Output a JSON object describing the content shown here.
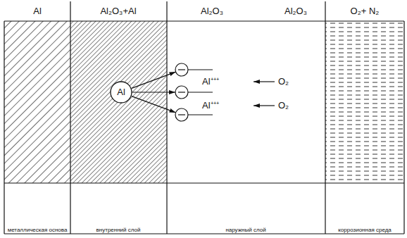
{
  "diagram": {
    "nodes": [
      {
        "text": [
          "Al",
          "металлическая основа"
        ]
      },
      {
        "text": [
          "Al₂O₃+Al",
          "внутренний слой"
        ]
      },
      {
        "text": [
          "Al₂O₃",
          "Al₂O₃",
          "наружный слой"
        ]
      },
      {
        "text": [
          "O₂+ N₂",
          "коррозионная среда"
        ]
      },
      {
        "text": [
          "Al"
        ],
        "in": 1
      }
    ],
    "labels": [
      "Al⁺⁺⁺",
      "Al⁺⁺⁺",
      "O₂",
      "O₂"
    ]
  }
}
